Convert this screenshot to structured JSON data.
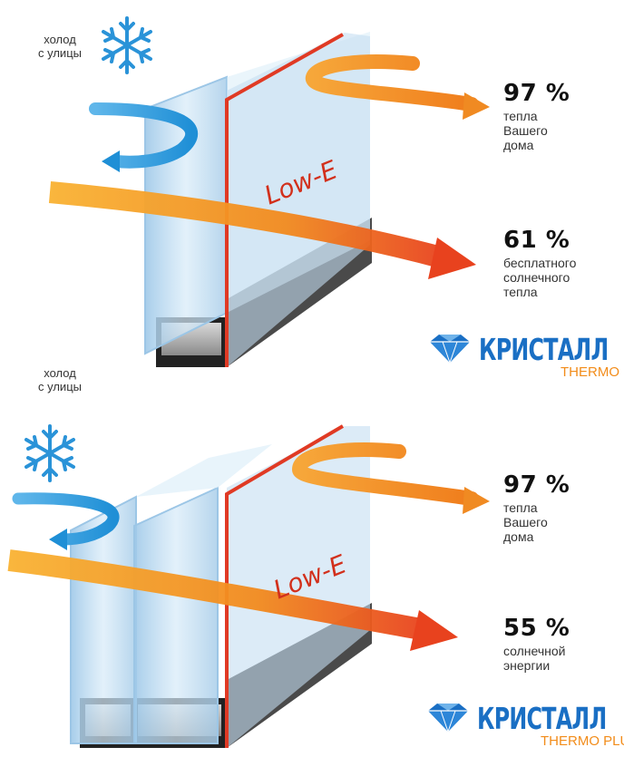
{
  "top": {
    "cold_label": "холод\nс улицы",
    "coating_label": "Low-E",
    "stat1": {
      "value": "97 %",
      "desc": "тепла\nВашего\nдома"
    },
    "stat2": {
      "value": "61 %",
      "desc": "бесплатного\nсолнечного\nтепла"
    },
    "brand": {
      "name": "КРИСТАЛЛ",
      "sub": "THERMO"
    }
  },
  "bottom": {
    "cold_label": "холод\nс улицы",
    "coating_label": "Low-E",
    "stat1": {
      "value": "97 %",
      "desc": "тепла\nВашего\nдома"
    },
    "stat2": {
      "value": "55 %",
      "desc": "солнечной\nэнергии"
    },
    "brand": {
      "name": "КРИСТАЛЛ",
      "sub": "THERMO PLUS"
    }
  },
  "colors": {
    "brand_blue": "#1a6fc4",
    "brand_orange": "#f28c1a",
    "coating_red": "#e03a24",
    "glass": "#bcd9ef"
  },
  "icons": [
    "snowflake-icon",
    "diamond-logo-icon"
  ]
}
